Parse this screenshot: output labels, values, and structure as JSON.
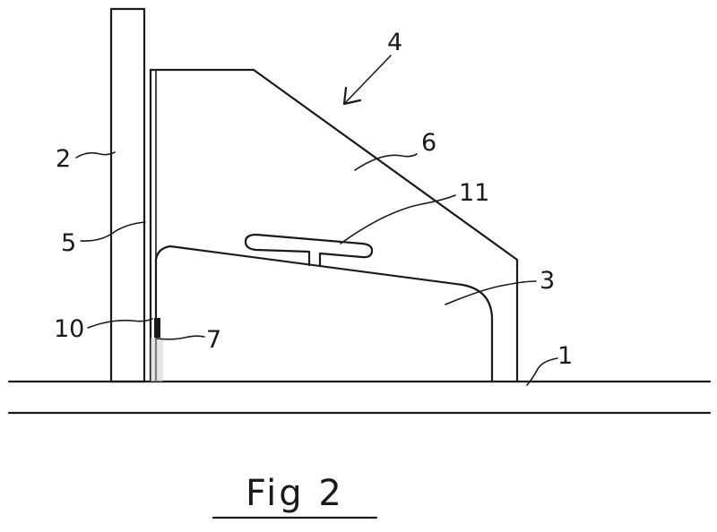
{
  "figure": {
    "caption": "Fig 2"
  },
  "labels": {
    "ground": "1",
    "wall": "2",
    "base": "3",
    "assembly": "4",
    "strip": "5",
    "panel": "6",
    "fastener": "7",
    "joint": "10",
    "handle": "11"
  }
}
